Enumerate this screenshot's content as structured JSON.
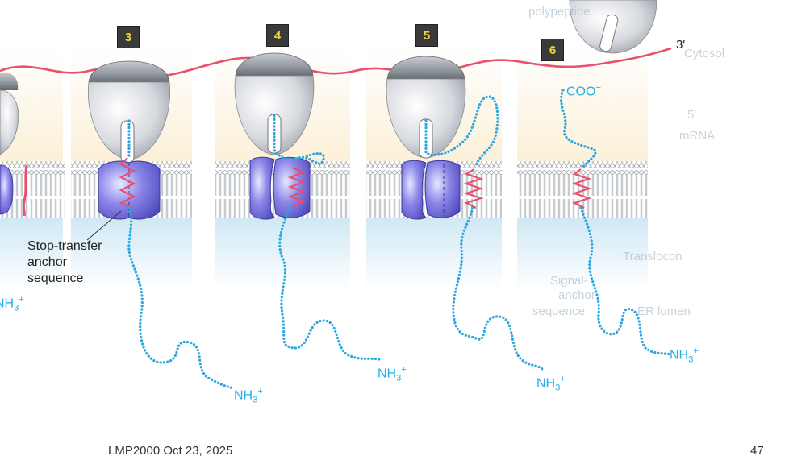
{
  "steps": [
    "3",
    "4",
    "5",
    "6"
  ],
  "labels": {
    "stop_transfer": [
      "Stop-transfer",
      "anchor",
      "sequence"
    ],
    "coo": "COO",
    "coo_sup": "−",
    "three_prime": "3'",
    "nh3_base": "NH",
    "nh3_sub": "3",
    "nh3_sup": "+"
  },
  "ghost_text": {
    "peptide": "polypeptide",
    "cytosol": "Cytosol",
    "five_prime": "5'",
    "mrna": "mRNA",
    "translocon": "Translocon",
    "signal": [
      "Signal-",
      "anchor",
      "sequence"
    ],
    "er_lumen": "ER lumen"
  },
  "footer": {
    "left": "LMP2000 Oct 23, 2025",
    "right": "47"
  },
  "colors": {
    "mrna": "#e8506e",
    "chain": "#2aa7e0",
    "translocon": "#6f69d8",
    "ribosome": "#d9dce2",
    "badge": "#f3d23a"
  }
}
